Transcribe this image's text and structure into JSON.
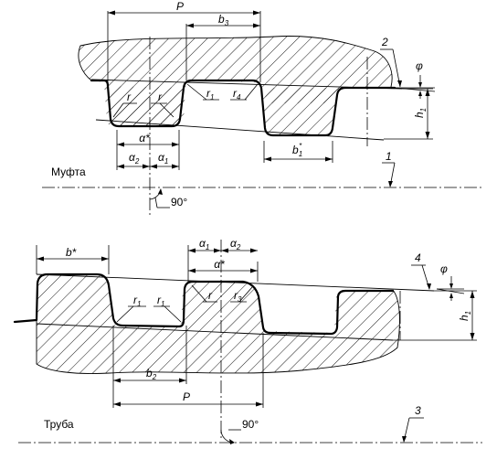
{
  "coupling": {
    "caption": "Муфта",
    "callout_axis": "1",
    "callout_edge": "2",
    "angle_90": "90°",
    "labels": {
      "P": "P",
      "b3": "b",
      "b3_sub": "3",
      "r1": "r",
      "r1_sub": "1",
      "r4": "r",
      "r4_sub": "4",
      "r_left": "r",
      "r_right": "r",
      "alpha_star": "α*",
      "alpha2": "α",
      "alpha2_sub": "2",
      "alpha1": "α",
      "alpha1_sub": "1",
      "b1_star": "b",
      "b1_star_sub": "1",
      "b1_star_sup": "*",
      "phi": "φ",
      "h1": "h",
      "h1_sub": "1"
    }
  },
  "pipe": {
    "caption": "Труба",
    "callout_axis": "3",
    "callout_edge": "4",
    "angle_90": "90°",
    "labels": {
      "b_star": "b*",
      "r1_a": "r",
      "r1_a_sub": "1",
      "r1_b": "r",
      "r1_b_sub": "1",
      "r": "r",
      "r3": "r",
      "r3_sub": "3",
      "alpha1": "α",
      "alpha1_sub": "1",
      "alpha2": "α",
      "alpha2_sub": "2",
      "alpha_star": "α*",
      "b2": "b",
      "b2_sub": "2",
      "P": "P",
      "phi": "φ",
      "h1": "h",
      "h1_sub": "1"
    }
  }
}
